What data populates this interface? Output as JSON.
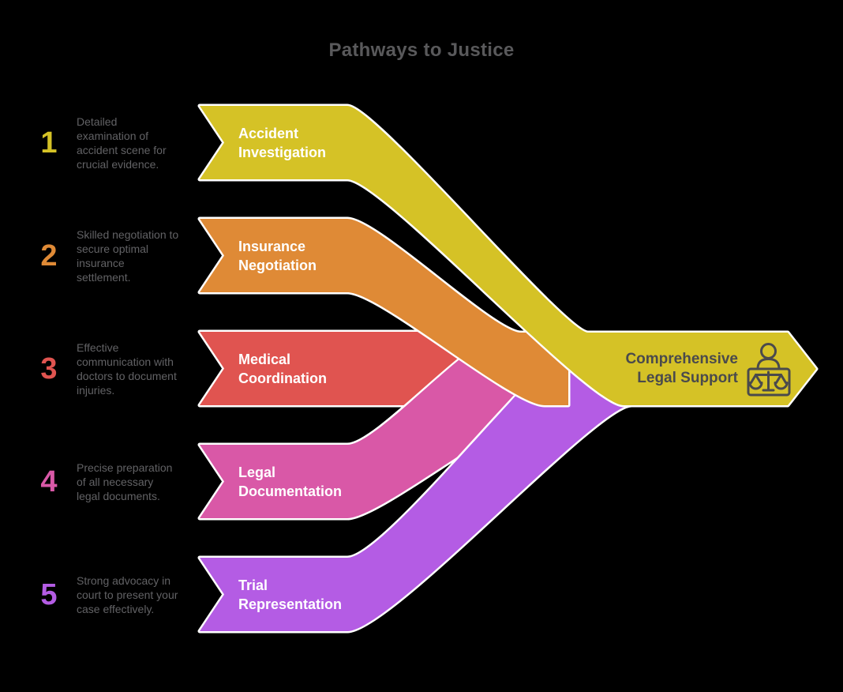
{
  "title": "Pathways to Justice",
  "background_color": "#000000",
  "title_color": "#59595b",
  "description_color": "#626265",
  "banner_label_color": "#ffffff",
  "outline_color": "#ffffff",
  "items": [
    {
      "num": "1",
      "color": "#d5c226",
      "label": "Accident\nInvestigation",
      "description": "Detailed\nexamination of\naccident scene for\ncrucial evidence."
    },
    {
      "num": "2",
      "color": "#df8a36",
      "label": "Insurance\nNegotiation",
      "description": "Skilled negotiation to\nsecure optimal\ninsurance\nsettlement."
    },
    {
      "num": "3",
      "color": "#e05450",
      "label": "Medical\nCoordination",
      "description": "Effective\ncommunication with\ndoctors to document\ninjuries."
    },
    {
      "num": "4",
      "color": "#d958a7",
      "label": "Legal\nDocumentation",
      "description": "Precise preparation\nof all necessary\nlegal documents."
    },
    {
      "num": "5",
      "color": "#b45ce4",
      "label": "Trial\nRepresentation",
      "description": "Strong advocacy in\ncourt to present your\ncase effectively."
    }
  ],
  "result": {
    "label": "Comprehensive\nLegal Support",
    "color": "#d5c226",
    "text_color": "#4a4a4c",
    "icon": "person-with-scales-of-justice",
    "icon_color": "#4a4a4c"
  }
}
